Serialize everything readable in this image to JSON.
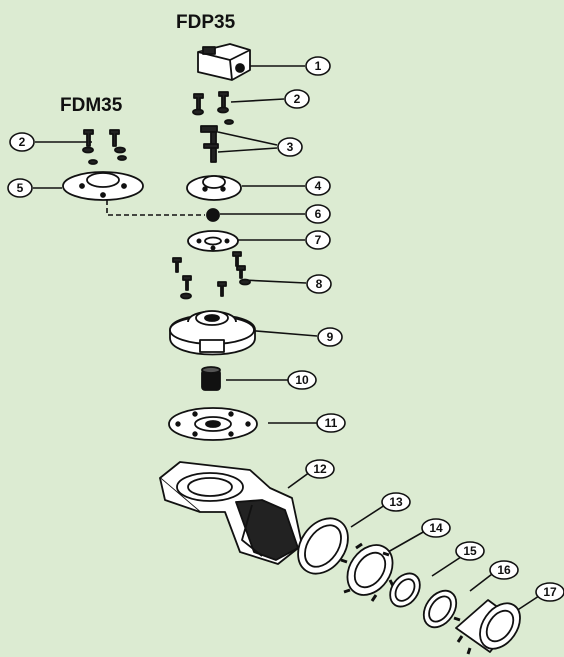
{
  "titles": {
    "top": "FDP35",
    "side": "FDM35"
  },
  "callouts": [
    "1",
    "2",
    "3",
    "4",
    "5",
    "6",
    "7",
    "8",
    "9",
    "10",
    "11",
    "12",
    "13",
    "14",
    "15",
    "16",
    "17"
  ],
  "colors": {
    "background": "#dcebd2",
    "line": "#111111"
  }
}
